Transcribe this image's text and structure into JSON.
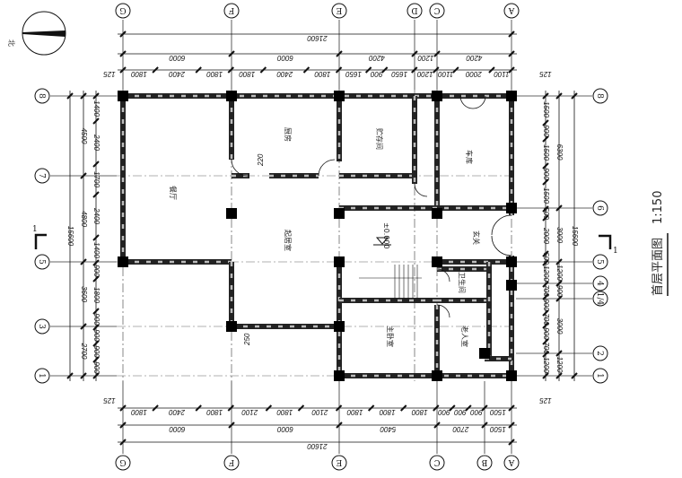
{
  "title": {
    "name": "首层平面图",
    "scale": "1:150",
    "color_name": "#1a1a6e",
    "color_scale": "#222222"
  },
  "north_label": "北",
  "section_label": "1",
  "level": "±0.000",
  "axes": {
    "top": [
      "G",
      "F",
      "E",
      "D",
      "C",
      "A"
    ],
    "bottom": [
      "G",
      "F",
      "E",
      "C",
      "B",
      "A"
    ],
    "left": [
      "8",
      "7",
      "5",
      "3",
      "1"
    ],
    "right": [
      "8",
      "6",
      "5",
      "4",
      "1/4",
      "2",
      "1"
    ]
  },
  "dims": {
    "top_detail": [
      "1800",
      "2400",
      "1800",
      "1800",
      "2400",
      "1800",
      "1650",
      "900",
      "1650",
      "1200",
      "1100",
      "2000",
      "1100"
    ],
    "top_sub": [
      "6000",
      "6000",
      "4200",
      "1200",
      "4200"
    ],
    "top_total": "21600",
    "bottom_detail": [
      "1800",
      "2400",
      "1800",
      "2100",
      "1800",
      "2100",
      "1800",
      "1800",
      "1800",
      "900",
      "900",
      "900",
      "1500"
    ],
    "bottom_sub": [
      "6000",
      "6000",
      "5400",
      "2700",
      "1500"
    ],
    "bottom_total": "21600",
    "left_detail": [
      "1400",
      "2400",
      "1700",
      "2400",
      "1400",
      "900",
      "1800",
      "900",
      "900",
      "900",
      "900"
    ],
    "left_sub": [
      "4500",
      "4800",
      "3600",
      "2700"
    ],
    "left_total": "15600",
    "right_detail": [
      "1500",
      "900",
      "1500",
      "900",
      "1500",
      "500",
      "2000",
      "500",
      "1200",
      "700",
      "900",
      "700",
      "900",
      "700",
      "1200"
    ],
    "right_sub": [
      "6300",
      "3000",
      "1200",
      "900",
      "3000",
      "1200"
    ],
    "right_total": "15600",
    "offset": "125",
    "wall_a": "220",
    "wall_b": "250"
  },
  "rooms": [
    "餐厅",
    "厨房",
    "起居室",
    "贮存间",
    "车库",
    "玄关",
    "卫生间",
    "主卧室",
    "老人室"
  ]
}
